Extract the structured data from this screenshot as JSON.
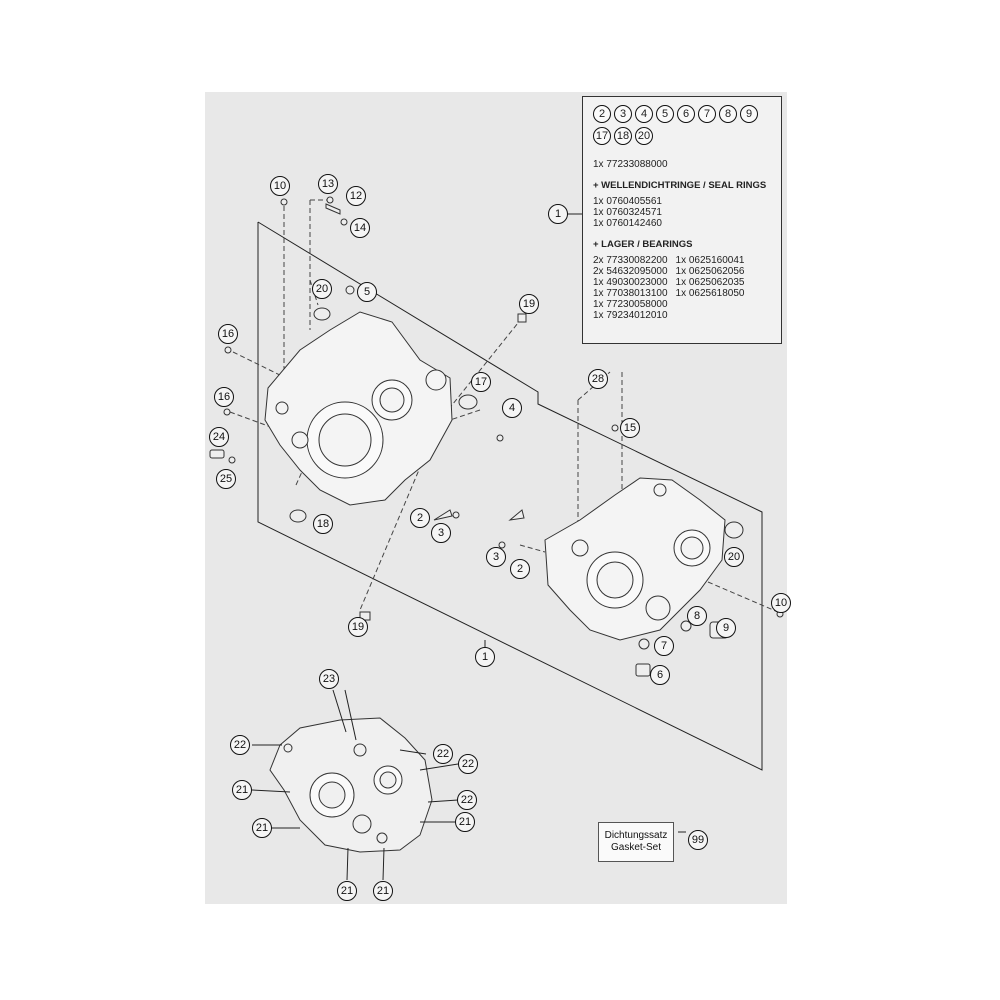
{
  "legend": {
    "circle_row_1": [
      "2",
      "3",
      "4",
      "5",
      "6",
      "7",
      "8",
      "9"
    ],
    "circle_row_2": [
      "17",
      "18",
      "20"
    ],
    "main_part": "1x 77233088000",
    "kit_callout": "1",
    "seal_heading": "+ WELLENDICHTRINGE / SEAL RINGS",
    "seal_parts": [
      "1x 0760405561",
      "1x 0760324571",
      "1x 0760142460"
    ],
    "bearing_heading": "+ LAGER / BEARINGS",
    "bearing_parts_col1": [
      "2x 77330082200",
      "2x 54632095000",
      "1x 49030023000",
      "1x 77038013100",
      "1x 77230058000",
      "1x 79234012010"
    ],
    "bearing_parts_col2": [
      "1x 0625160041",
      "1x 0625062056",
      "1x 0625062035",
      "1x 0625618050"
    ]
  },
  "gasket": {
    "line1": "Dichtungssatz",
    "line2": "Gasket-Set",
    "callout": "99"
  },
  "callouts": {
    "c10a": "10",
    "c13": "13",
    "c12": "12",
    "c14": "14",
    "c20a": "20",
    "c5": "5",
    "c19a": "19",
    "c16a": "16",
    "c17": "17",
    "c16b": "16",
    "c4": "4",
    "c28": "28",
    "c15": "15",
    "c24": "24",
    "c25": "25",
    "c2a": "2",
    "c3a": "3",
    "c18": "18",
    "c3b": "3",
    "c2b": "2",
    "c20b": "20",
    "c10b": "10",
    "c8": "8",
    "c9": "9",
    "c7": "7",
    "c6": "6",
    "c19b": "19",
    "c1": "1",
    "c23": "23",
    "c22a": "22",
    "c22b": "22",
    "c22c": "22",
    "c22d": "22",
    "c21a": "21",
    "c21b": "21",
    "c21c": "21",
    "c21d": "21",
    "c21e": "21"
  }
}
